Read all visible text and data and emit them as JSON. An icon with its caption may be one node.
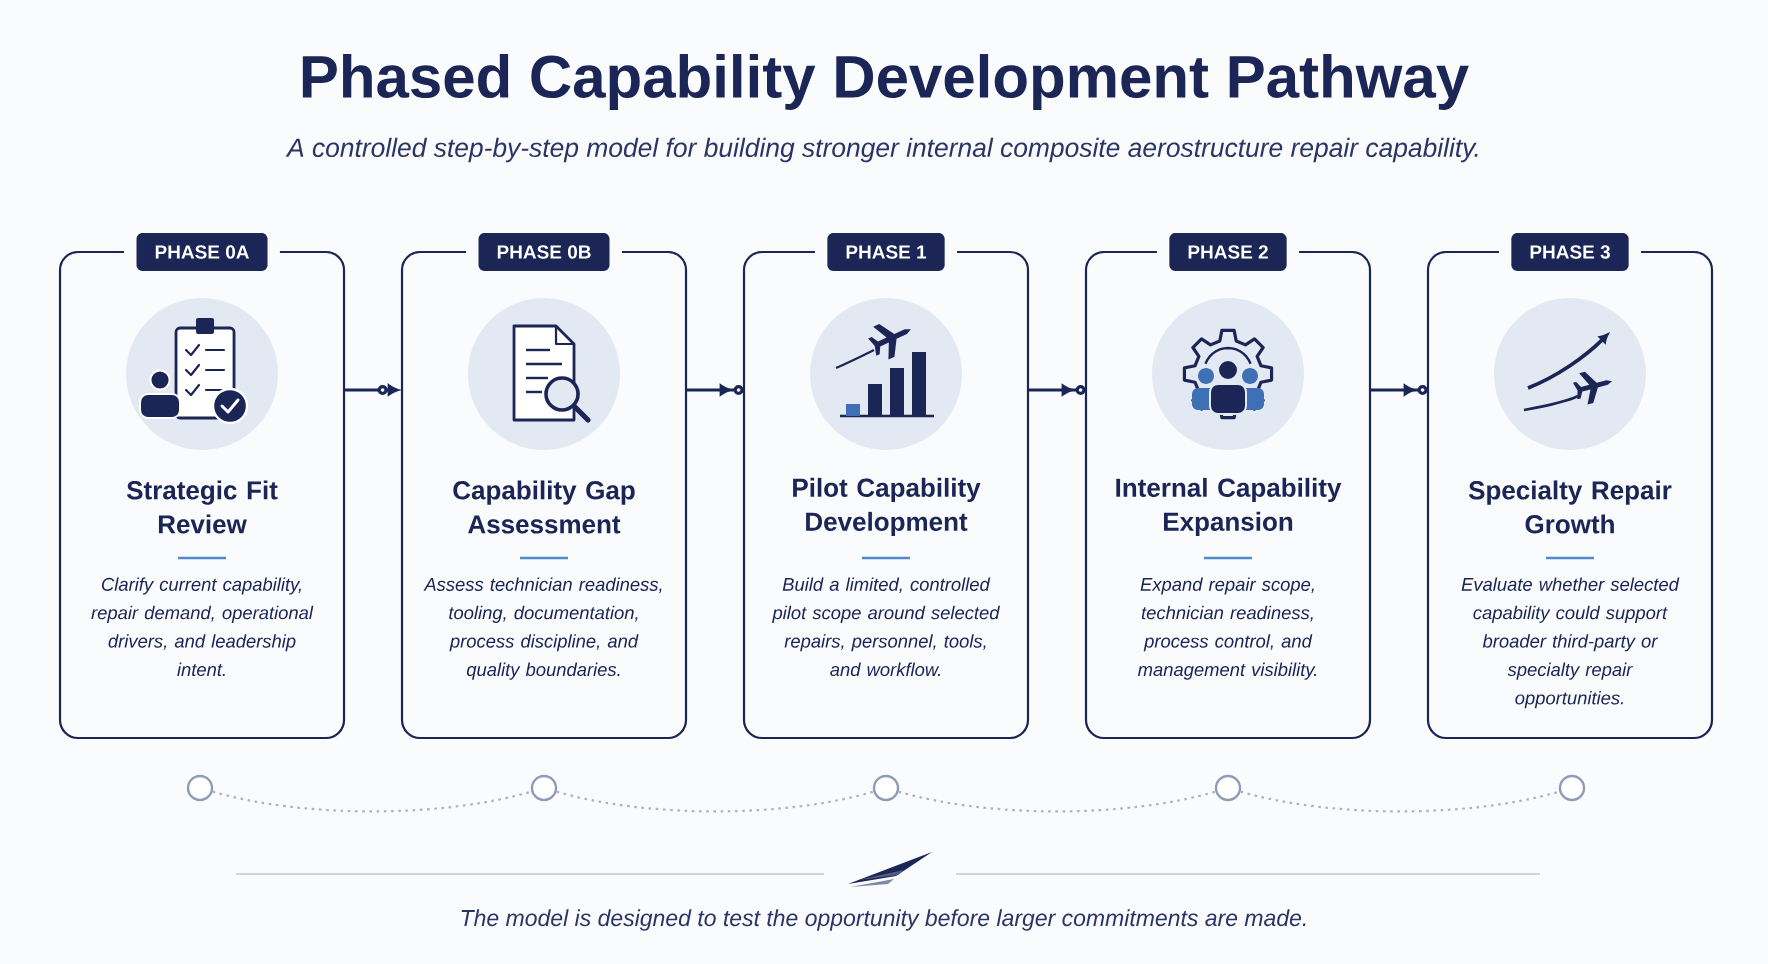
{
  "diagram": {
    "title": "Phased Capability Development Pathway",
    "labels": [
      "A controlled step-by-step model for building stronger internal composite aerostructure repair capability."
    ],
    "nodes": [
      {
        "text": [
          "PHASE 0A",
          "Strategic Fit Review",
          "Clarify current capability, repair demand, operational drivers, and leadership intent."
        ]
      },
      {
        "text": [
          "PHASE 0B",
          "Capability Gap Assessment",
          "Assess technician readiness, tooling, documentation, process discipline, and quality boundaries."
        ]
      },
      {
        "text": [
          "PHASE 1",
          "Pilot Capability Development",
          "Build a limited, controlled pilot scope around selected repairs, personnel, tools, and workflow."
        ]
      },
      {
        "text": [
          "PHASE 2",
          "Internal Capability Expansion",
          "Expand repair scope, technician readiness, process control, and management visibility."
        ]
      },
      {
        "text": [
          "PHASE 3",
          "Specialty Repair Growth",
          "Evaluate whether selected capability could support broader third-party or specialty repair opportunities."
        ]
      },
      {
        "text": [],
        "shape": "circle"
      },
      {
        "text": [],
        "shape": "circle"
      },
      {
        "text": [],
        "shape": "circle"
      },
      {
        "text": [],
        "shape": "circle"
      },
      {
        "text": [],
        "shape": "circle"
      }
    ],
    "edges": [
      {
        "from": 0,
        "to": 1,
        "arrow": "to"
      },
      {
        "from": 1,
        "to": 2,
        "arrow": "to"
      },
      {
        "from": 2,
        "to": 3,
        "arrow": "to"
      },
      {
        "from": 3,
        "to": 4,
        "arrow": "to"
      },
      {
        "from": 5,
        "to": 6,
        "arrow": "none",
        "style": "dashed",
        "color": "#a9b2c8"
      },
      {
        "from": 6,
        "to": 7,
        "arrow": "none",
        "style": "dashed",
        "color": "#a9b2c8"
      },
      {
        "from": 7,
        "to": 8,
        "arrow": "none",
        "style": "dashed",
        "color": "#a9b2c8"
      },
      {
        "from": 8,
        "to": 9,
        "arrow": "none",
        "style": "dashed",
        "color": "#a9b2c8"
      }
    ],
    "caption": "The model is designed to test the opportunity before larger commitments are made."
  }
}
